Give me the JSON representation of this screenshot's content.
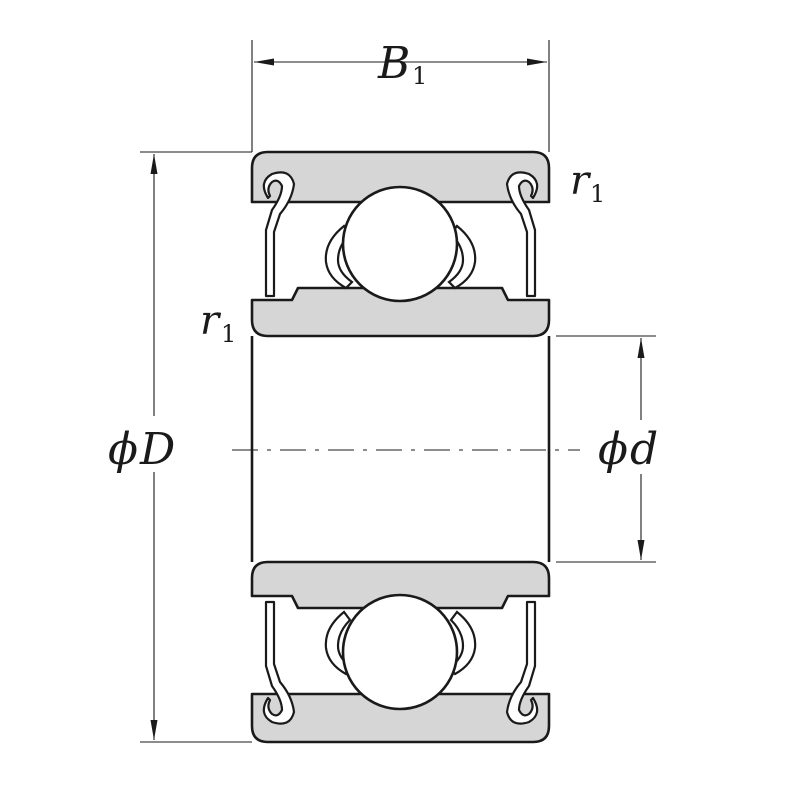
{
  "labels": {
    "width": {
      "main": "B",
      "sub": "1"
    },
    "outer_diameter": {
      "symbol": "ϕ",
      "main": "D"
    },
    "inner_diameter": {
      "symbol": "ϕ",
      "main": "d"
    },
    "chamfer_top": {
      "main": "r",
      "sub": "1"
    },
    "chamfer_left": {
      "main": "r",
      "sub": "1"
    }
  },
  "colors": {
    "line": "#1a1a1a",
    "ring_fill": "#d6d6d6",
    "background": "#ffffff"
  }
}
